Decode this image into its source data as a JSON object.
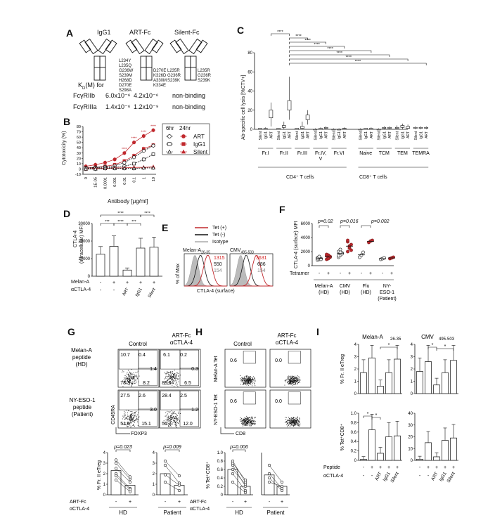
{
  "figure": {
    "panels": {
      "A": {
        "letter": "A",
        "col_titles": [
          "IgG1",
          "ART-Fc",
          "Silent-Fc"
        ],
        "art_mut_left": [
          "L234Y",
          "L235Q",
          "G236W",
          "S239M",
          "H268D",
          "D270E",
          "S298A"
        ],
        "art_mut_right": [
          "D270E",
          "K326D",
          "A330M",
          "K334E"
        ],
        "silent_mut_left": [
          "L235R",
          "G236R",
          "S239K"
        ],
        "silent_mut_right": [
          "L235R",
          "G236R",
          "S239K"
        ],
        "kd_header": "K",
        "kd_sub": "D",
        "kd_header2": "(M) for",
        "rows": [
          {
            "label": "FcγRIIb",
            "sub": "",
            "igg1": "6.0x10⁻⁶",
            "art": "4.2x10⁻⁶",
            "silent": "non-binding"
          },
          {
            "label": "FcγRIIIa",
            "sub": "",
            "igg1": "1.4x10⁻⁶",
            "art": "1.2x10⁻⁹",
            "silent": "non-binding"
          }
        ]
      },
      "B": {
        "letter": "B",
        "ylabel": "Cytotoxicity (%)",
        "xlabel": "Antibody [μg/ml]",
        "xticks": [
          "0",
          "1E-05",
          "0.0001",
          "0.001",
          "0.01",
          "0.1",
          "1",
          "10"
        ],
        "yticks": [
          "-10",
          "0",
          "10",
          "20",
          "30",
          "40",
          "50",
          "60",
          "70",
          "80"
        ],
        "legend_h1": "6hr",
        "legend_h2": "24hr",
        "legend": [
          "ART",
          "IgG1",
          "Silent"
        ],
        "sig": "****"
      },
      "C": {
        "letter": "C",
        "ylabel": "Ab-specific cell lysis  [%CTV+]",
        "yticks": [
          "0",
          "20",
          "40",
          "60",
          "80"
        ],
        "sig": "****",
        "groups": [
          "Fr.I",
          "Fr.II",
          "Fr.III",
          "Fr.IV",
          "Fr.VI",
          "Naive",
          "T",
          "CM",
          "T",
          "EM",
          "T",
          "EMRA"
        ],
        "group_labels": [
          "Fr.I",
          "Fr.II",
          "Fr.III",
          "Fr.IV,\nV",
          "Fr.VI",
          "Naive",
          "TCM",
          "TEM",
          "TEMRA"
        ],
        "treat": [
          "Silent",
          "IgG1",
          "ART"
        ],
        "cd4": "CD4⁺ T cells",
        "cd8": "CD8⁺ T cells"
      },
      "D": {
        "letter": "D",
        "ylabel1": "CTLA-4",
        "ylabel2": "(intracellular) MFI",
        "yticks": [
          "0",
          "10000",
          "20000",
          "30000"
        ],
        "row1": "Melan-A",
        "row2": "αCTLA-4",
        "row1_vals": [
          "-",
          "+",
          "+",
          "+",
          "+"
        ],
        "row2_vals": [
          "-",
          "-",
          "ART",
          "IgG1",
          "Silent"
        ],
        "sig_star4": "****",
        "sig_star3": "***"
      },
      "E": {
        "letter": "E",
        "legend": [
          "Tet (+)",
          "Tet (-)",
          "Isotype"
        ],
        "title_l": "Melan-A",
        "title_l_sub": "26-35",
        "title_r": "CMV",
        "title_r_sub": "495-503",
        "vals_l": [
          "1315",
          "550",
          "154"
        ],
        "vals_r": [
          "3631",
          "686",
          "154"
        ],
        "ylabel": "% of Max",
        "xlabel": "CTLA-4 (surface)"
      },
      "F": {
        "letter": "F",
        "ylabel": "CTLA-4 (surface) MFI",
        "yticks": [
          "0",
          "2000",
          "4000",
          "6000"
        ],
        "pvals": [
          "p=0.02",
          "p=0.016",
          "p=0.002"
        ],
        "tetramer": "Tetramer",
        "signs": [
          "-",
          "+",
          "-",
          "+",
          "-",
          "+",
          "-",
          "+"
        ],
        "groups": [
          "Melan-A\n(HD)",
          "CMV\n(HD)",
          "Flu\n(HD)",
          "NY-\nESO-1\n(Patient)"
        ]
      },
      "G": {
        "letter": "G",
        "col_control": "Control",
        "col_art": "ART-Fc",
        "col_art2": "αCTLA-4",
        "row1": [
          "Melan-A",
          "peptide",
          "(HD)"
        ],
        "row2": [
          "NY-ESO-1",
          "peptide",
          "(Patient)"
        ],
        "q": {
          "r1c": [
            "10.7",
            "0.4",
            "1.4",
            "78.3",
            "8.2"
          ],
          "r1a": [
            "6.1",
            "0.2",
            "0.3",
            "85.9",
            "6.5"
          ],
          "r2c": [
            "27.5",
            "2.6",
            "3.0",
            "51.6",
            "15.1"
          ],
          "r2a": [
            "28.4",
            "2.5",
            "1.2",
            "55.7",
            "12.0"
          ]
        },
        "ylab": "CD45RA",
        "xlab": "FOXP3",
        "tick_lbls": [
          "0",
          "10³",
          "10⁴",
          "10⁵"
        ],
        "bar_ylabel": "% Fr. II eTreg",
        "bar_p": [
          "p=0.023",
          "p=0.009"
        ],
        "bar_groups": [
          "HD",
          "Patient"
        ],
        "bar_yticks": [
          "0",
          "1",
          "2",
          "3",
          "4"
        ],
        "art_row": "ART-Fc",
        "art_row2": "αCTLA-4",
        "signs": [
          "-",
          "+",
          "-",
          "+"
        ]
      },
      "H": {
        "letter": "H",
        "col_control": "Control",
        "col_art": "ART-Fc",
        "col_art2": "αCTLA-4",
        "row1_ylab": "Melan-A Tet",
        "row2_ylab": "NY-ESO-1 Tet",
        "q": [
          "0.6",
          "0.0",
          "0.6",
          "0.0"
        ],
        "xlab": "CD8",
        "tick_lbls": [
          "0",
          "10³",
          "10⁴",
          "10⁵"
        ],
        "bar_ylabel": "% Tet⁺CD8⁺",
        "bar_p": "p=0.006",
        "bar_groups": [
          "HD",
          "Patient"
        ],
        "bar_yticks": [
          "0",
          "0.2",
          "0.4",
          "0.6",
          "0.8",
          "1.0"
        ],
        "art_row": "ART-Fc",
        "art_row2": "αCTLA-4",
        "signs": [
          "-",
          "+",
          "-",
          "+"
        ]
      },
      "I": {
        "letter": "I",
        "title_l": "Melan-A",
        "title_l_sub": "26-35",
        "title_r": "CMV",
        "title_r_sub": "495-503",
        "top_ylabel": "% Fr. II eTreg",
        "bot_ylabel": "% Tet⁺CD8⁺",
        "top_yticks_l": [
          "0",
          "1",
          "2",
          "3",
          "4"
        ],
        "top_yticks_r": [
          "0",
          "1",
          "2",
          "3",
          "4"
        ],
        "bot_yticks_l": [
          "0",
          "0.2",
          "0.4",
          "0.6",
          "0.8",
          "1.0"
        ],
        "bot_yticks_r": [
          "0",
          "10",
          "20",
          "30",
          "40"
        ],
        "sig": "*",
        "peptide": "Peptide",
        "actla": "αCTLA-4",
        "pep_vals": [
          "-",
          "+",
          "+",
          "+",
          "+"
        ],
        "treat": [
          "ART",
          "IgG1",
          "Silent"
        ]
      }
    }
  },
  "chart_data": [
    {
      "type": "line",
      "panel": "B",
      "title": "",
      "xlabel": "Antibody [μg/ml]",
      "ylabel": "Cytotoxicity (%)",
      "x": [
        "0",
        "1E-05",
        "0.0001",
        "0.001",
        "0.01",
        "0.1",
        "1",
        "10"
      ],
      "ylim": [
        -10,
        80
      ],
      "series": [
        {
          "name": "ART 24hr",
          "values": [
            5,
            8,
            12,
            18,
            30,
            50,
            62,
            73
          ]
        },
        {
          "name": "IgG1 24hr",
          "values": [
            2,
            3,
            5,
            8,
            15,
            25,
            38,
            45
          ]
        },
        {
          "name": "ART 6hr",
          "values": [
            2,
            3,
            4,
            6,
            12,
            22,
            34,
            44
          ]
        },
        {
          "name": "IgG1 6hr",
          "values": [
            1,
            2,
            2,
            3,
            5,
            10,
            18,
            28
          ]
        },
        {
          "name": "Silent 24hr",
          "values": [
            0,
            1,
            1,
            2,
            2,
            3,
            3,
            4
          ]
        },
        {
          "name": "Silent 6hr",
          "values": [
            0,
            0,
            1,
            1,
            1,
            1,
            2,
            2
          ]
        }
      ]
    },
    {
      "type": "bar",
      "panel": "D",
      "ylabel": "CTLA-4 (intracellular) MFI",
      "categories": [
        "-",
        "Melan-A",
        "ART",
        "IgG1",
        "Silent"
      ],
      "values": [
        12500,
        17000,
        3500,
        16000,
        16500
      ],
      "ylim": [
        0,
        30000
      ]
    },
    {
      "type": "bar",
      "panel": "I-top-left",
      "ylabel": "% Fr. II eTreg",
      "categories": [
        "-",
        "+",
        "ART",
        "IgG1",
        "Silent"
      ],
      "values": [
        1.7,
        2.9,
        0.6,
        1.7,
        2.8
      ],
      "ylim": [
        0,
        4
      ]
    },
    {
      "type": "bar",
      "panel": "I-top-right",
      "ylabel": "% Fr. II eTreg",
      "categories": [
        "-",
        "+",
        "ART",
        "IgG1",
        "Silent"
      ],
      "values": [
        1.8,
        2.6,
        0.7,
        1.7,
        2.7
      ],
      "ylim": [
        0,
        4
      ]
    },
    {
      "type": "bar",
      "panel": "I-bottom-left",
      "ylabel": "% Tet⁺CD8⁺",
      "categories": [
        "-",
        "+",
        "ART",
        "IgG1",
        "Silent"
      ],
      "values": [
        0.02,
        0.65,
        0.15,
        0.5,
        0.52
      ],
      "ylim": [
        0,
        1.0
      ]
    },
    {
      "type": "bar",
      "panel": "I-bottom-right",
      "ylabel": "% Tet⁺CD8⁺",
      "categories": [
        "-",
        "+",
        "ART",
        "IgG1",
        "Silent"
      ],
      "values": [
        1,
        15,
        3,
        17,
        19
      ],
      "ylim": [
        0,
        40
      ]
    }
  ]
}
